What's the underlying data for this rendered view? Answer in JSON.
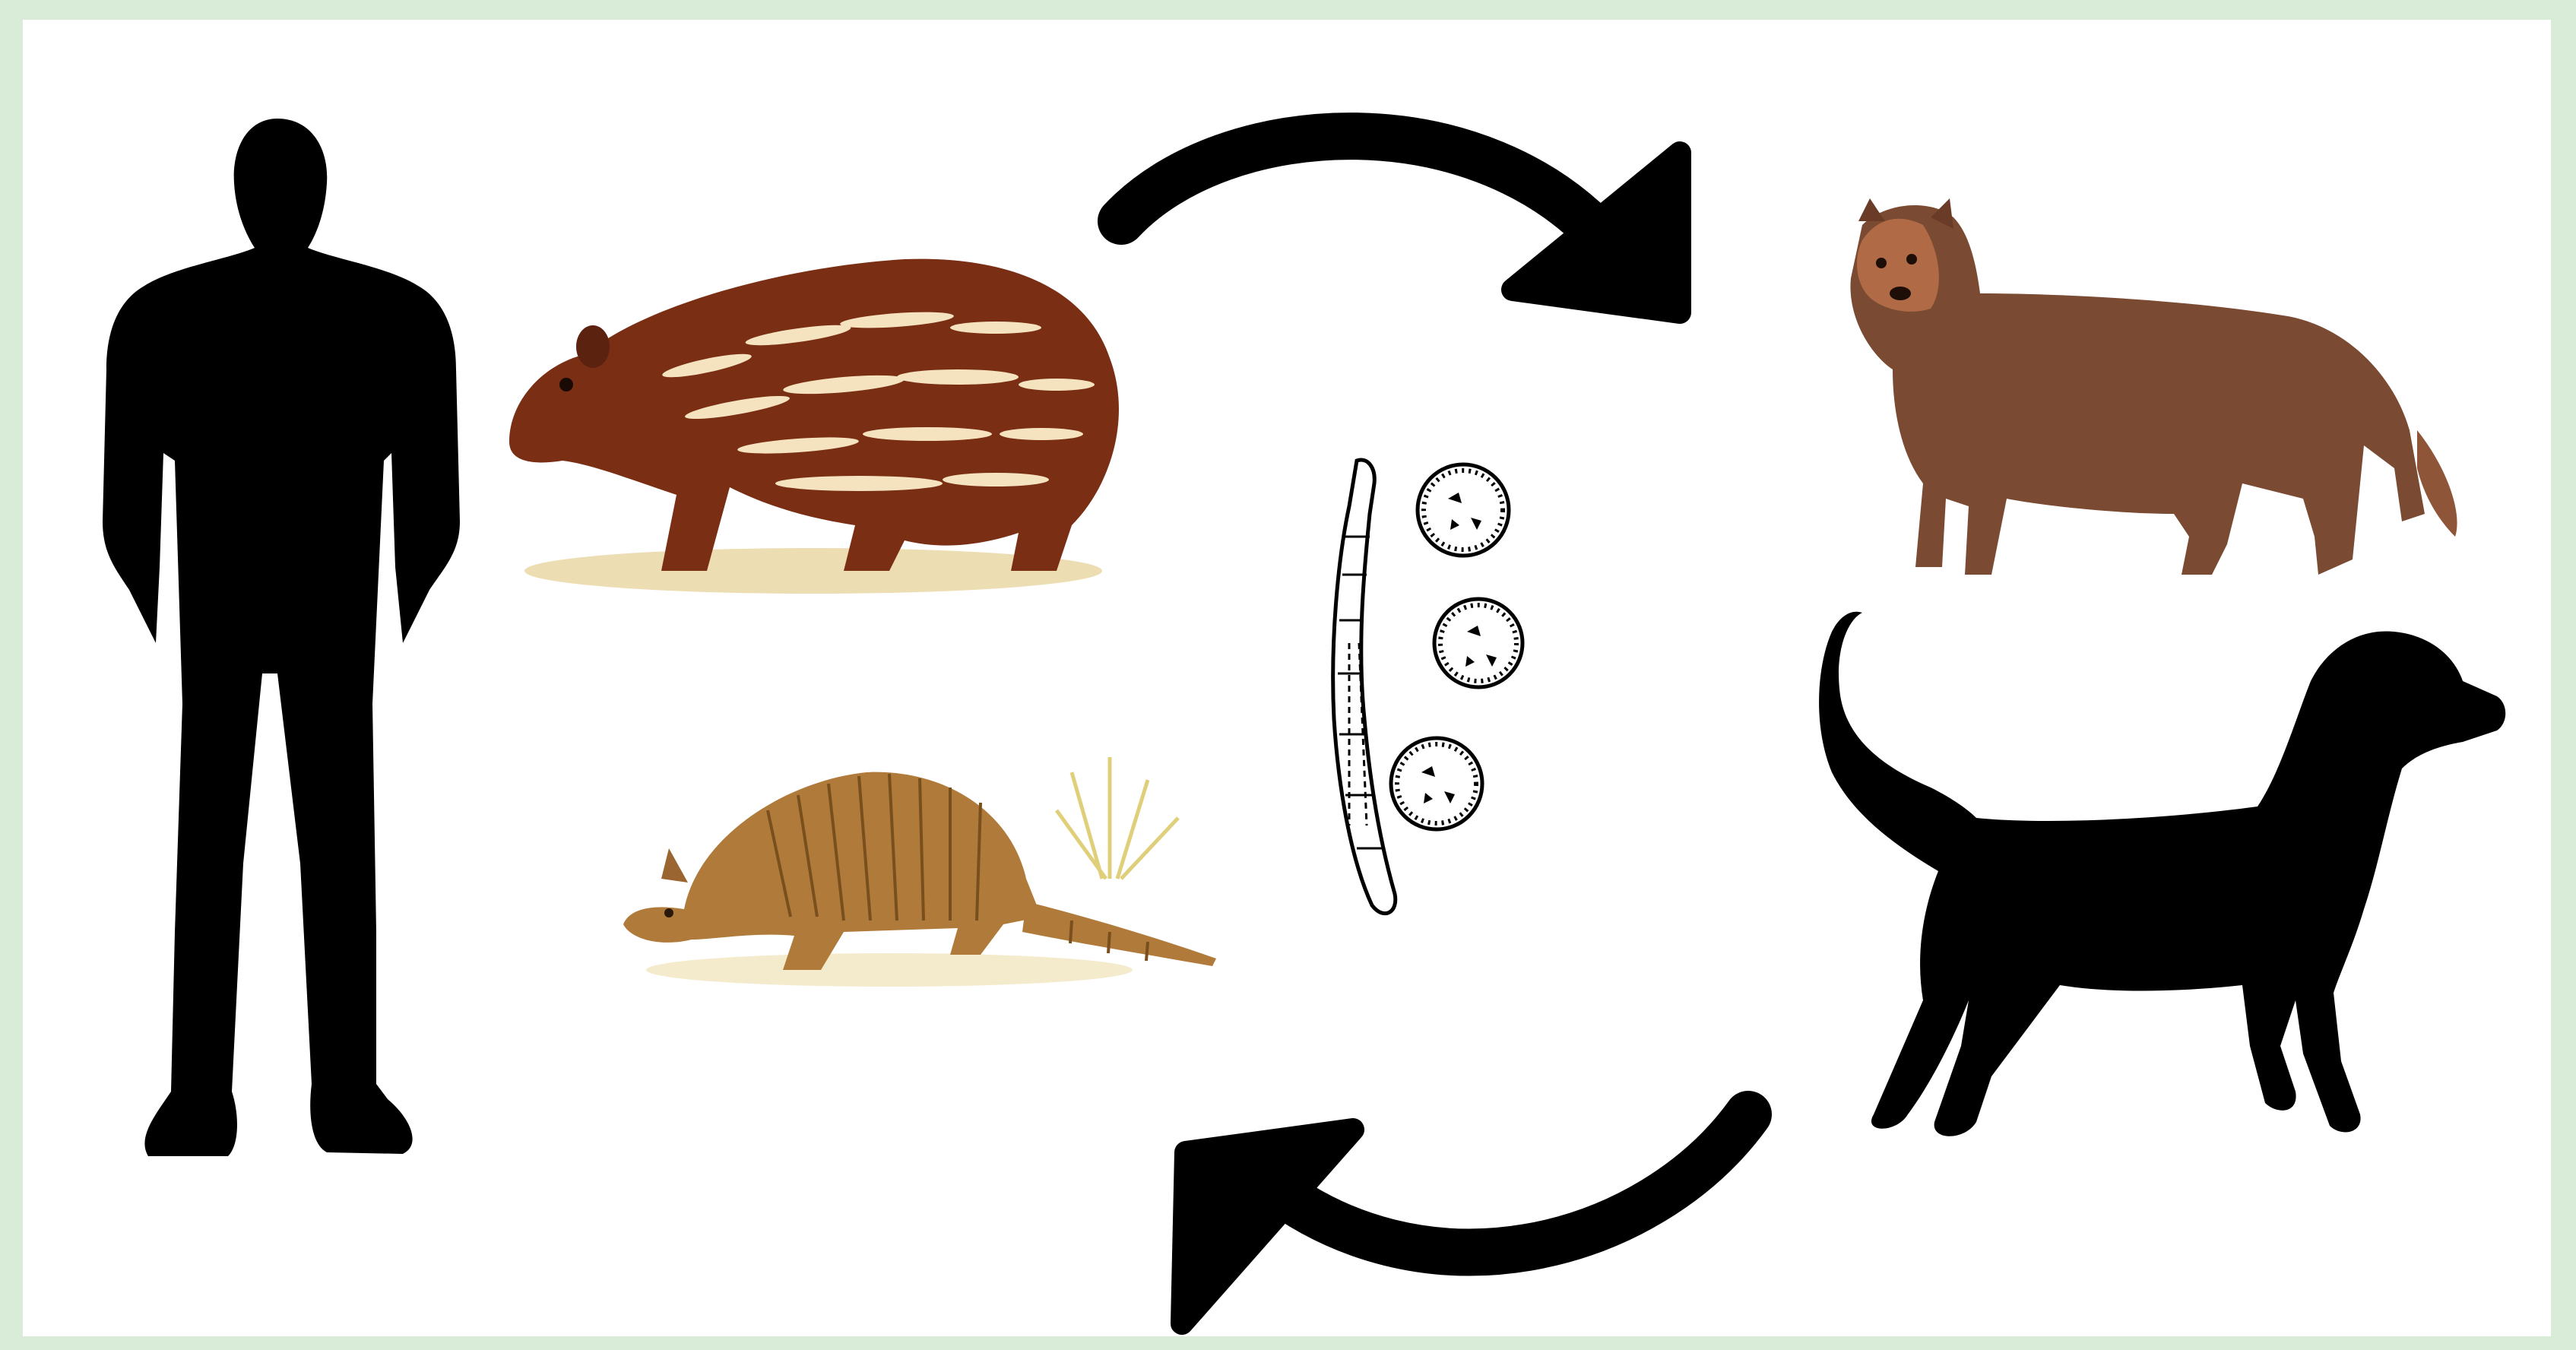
{
  "diagram": {
    "nodes": [
      {
        "id": "human",
        "icon": "human-silhouette-icon"
      },
      {
        "id": "paca",
        "icon": "paca-illustration-icon"
      },
      {
        "id": "armadillo",
        "icon": "armadillo-illustration-icon"
      },
      {
        "id": "parasite",
        "icon": "echinococcus-parasite-and-eggs-icon"
      },
      {
        "id": "bush_dog",
        "icon": "bush-dog-illustration-icon"
      },
      {
        "id": "dog",
        "icon": "dog-silhouette-icon"
      }
    ],
    "arrows": [
      {
        "id": "top",
        "direction": "clockwise",
        "icon": "curved-arrow-right-icon"
      },
      {
        "id": "bottom",
        "direction": "clockwise",
        "icon": "curved-arrow-left-icon"
      }
    ],
    "colors": {
      "background": "#d8ecd7",
      "panel": "#ffffff",
      "silhouette": "#000000",
      "paca_fur": "#7a2e14",
      "armadillo_shell": "#b07a3a",
      "bush_dog_fur": "#7b4a32"
    },
    "watermark": ""
  }
}
